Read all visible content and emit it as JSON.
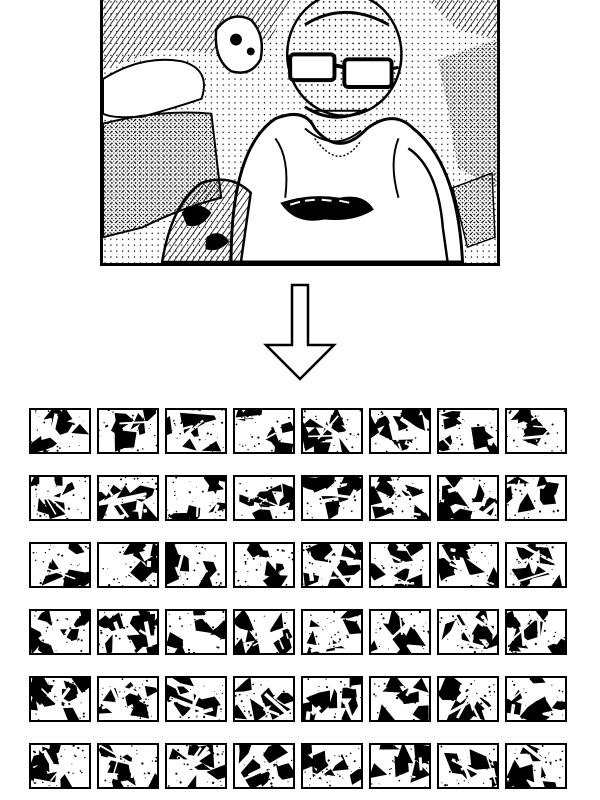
{
  "figure": {
    "source_image": "photo-of-man-with-glasses-and-tattoos-halftone",
    "arrow_direction": "down",
    "grid": {
      "rows": 6,
      "columns": 8
    },
    "ink_color": "#000000",
    "paper_color": "#ffffff"
  }
}
